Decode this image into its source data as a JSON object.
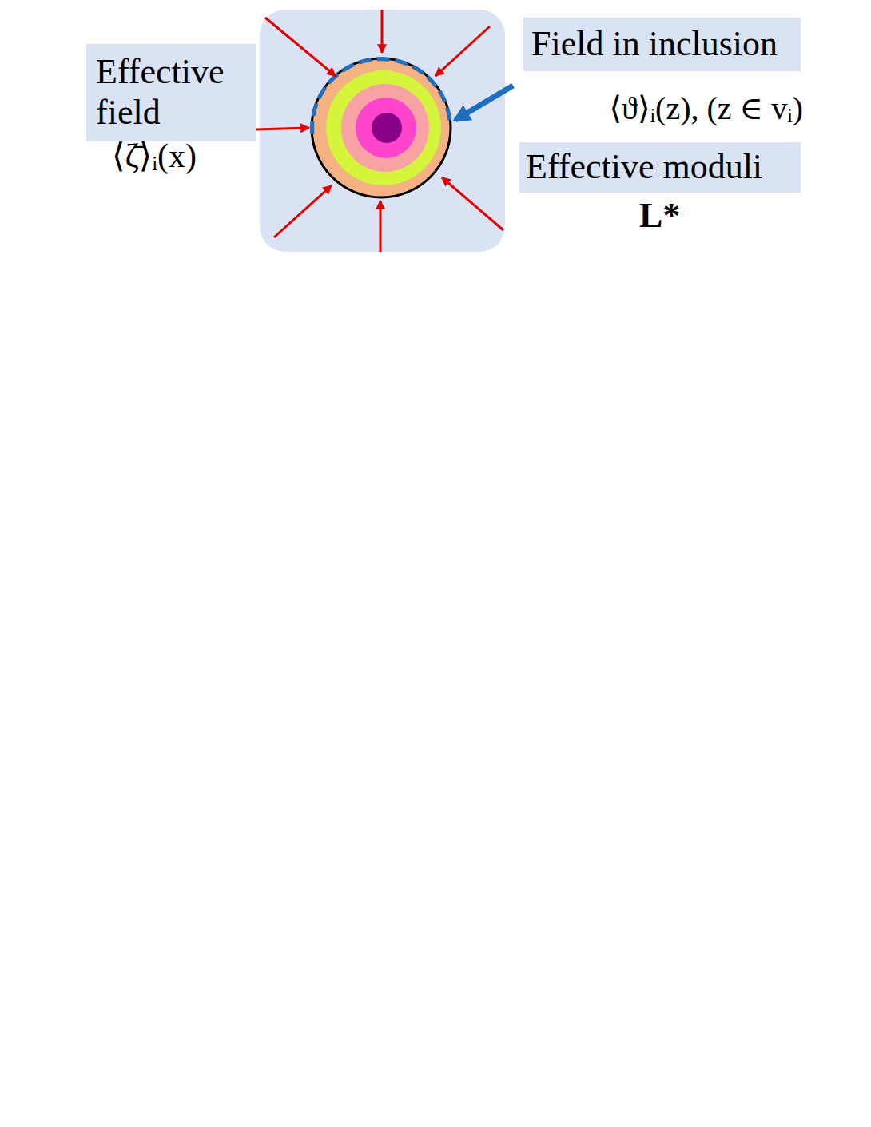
{
  "diagram": {
    "nodes": [
      {
        "text": [
          "Effective field"
        ]
      },
      {
        "text": [
          "Field in inclusion"
        ]
      },
      {
        "text": [
          "Effective moduli"
        ]
      }
    ],
    "labels": [
      "⟨ζ̄⟩ᵢ(x)",
      "⟨ϑ⟩ᵢ(z), (z ∈ vᵢ)",
      "L*"
    ]
  }
}
